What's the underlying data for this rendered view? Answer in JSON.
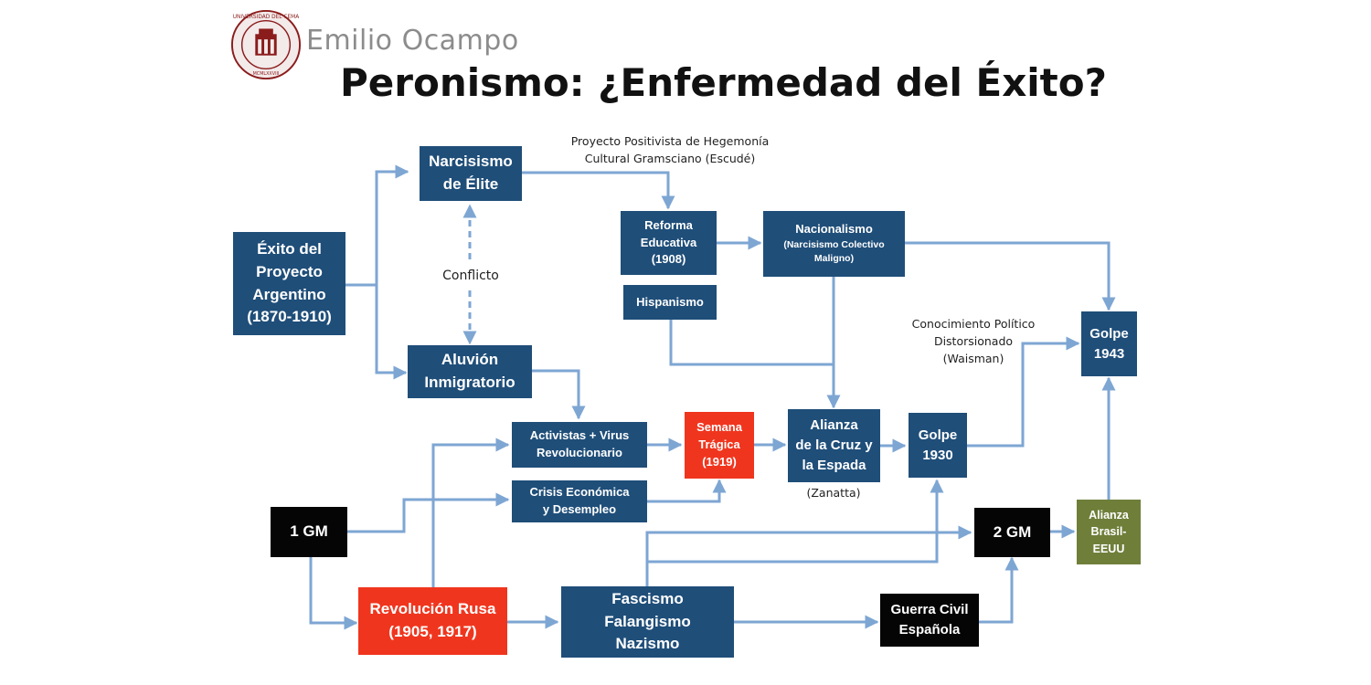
{
  "header": {
    "author": "Emilio Ocampo",
    "title": "Peronismo: ¿Enfermedad del Éxito?"
  },
  "logo": {
    "icon": "university-seal-icon",
    "text_top": "UNIVERSIDAD DEL CEMA",
    "text_bottom": "MCMLXXVIII"
  },
  "colors": {
    "blue": "#1f4e79",
    "red": "#f0351e",
    "black": "#050505",
    "green": "#6f7f3a",
    "arrow": "#7ea6d3"
  },
  "nodes": {
    "exito": {
      "line1": "Éxito del",
      "line2": "Proyecto",
      "line3": "Argentino",
      "line4": "(1870-1910)"
    },
    "narcisismo": {
      "line1": "Narcisismo",
      "line2": "de Élite"
    },
    "aluvion": {
      "line1": "Aluvión",
      "line2": "Inmigratorio"
    },
    "reforma": {
      "line1": "Reforma",
      "line2": "Educativa",
      "line3": "(1908)"
    },
    "nacionalismo": {
      "line1": "Nacionalismo",
      "line2": "(Narcisismo Colectivo",
      "line3": "Maligno)"
    },
    "hispanismo": {
      "line1": "Hispanismo"
    },
    "activistas": {
      "line1": "Activistas + Virus",
      "line2": "Revolucionario"
    },
    "semana": {
      "line1": "Semana",
      "line2": "Trágica",
      "line3": "(1919)"
    },
    "alianza_cruz": {
      "line1": "Alianza",
      "line2": "de la Cruz y",
      "line3": "la Espada"
    },
    "golpe1930": {
      "line1": "Golpe",
      "line2": "1930"
    },
    "golpe1943": {
      "line1": "Golpe",
      "line2": "1943"
    },
    "crisis": {
      "line1": "Crisis Económica",
      "line2": "y Desempleo"
    },
    "gm1": {
      "line1": "1 GM"
    },
    "gm2": {
      "line1": "2 GM"
    },
    "alianza_brasil": {
      "line1": "Alianza",
      "line2": "Brasil-",
      "line3": "EEUU"
    },
    "revolucion": {
      "line1": "Revolución Rusa",
      "line2": "(1905, 1917)"
    },
    "fascismo": {
      "line1": "Fascismo",
      "line2": "Falangismo",
      "line3": "Nazismo"
    },
    "guerra": {
      "line1": "Guerra Civil",
      "line2": "Española"
    }
  },
  "notes": {
    "proyecto": {
      "line1": "Proyecto Positivista de Hegemonía",
      "line2": "Cultural Gramsciano (Escudé)"
    },
    "conflicto": "Conflicto",
    "conocimiento": {
      "line1": "Conocimiento Político",
      "line2": "Distorsionado",
      "line3": "(Waisman)"
    },
    "zanatta": "(Zanatta)"
  }
}
